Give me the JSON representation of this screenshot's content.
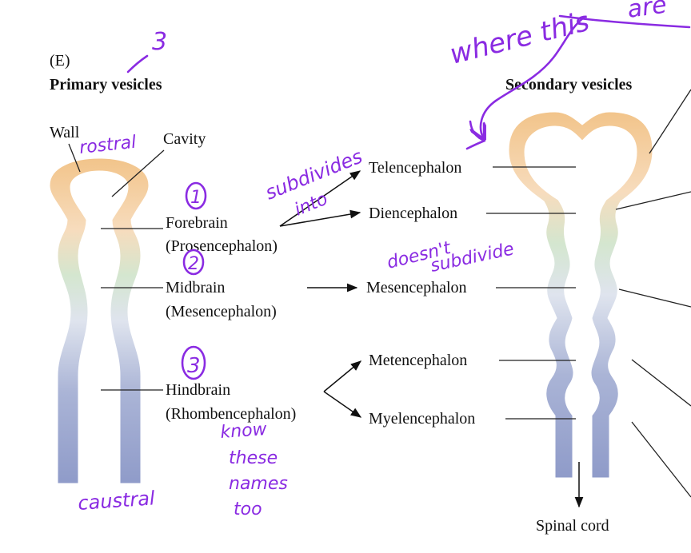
{
  "figure": {
    "panel_letter": "(E)",
    "primary_heading": "Primary vesicles",
    "secondary_heading": "Secondary vesicles",
    "primary_labels": {
      "wall": "Wall",
      "cavity": "Cavity",
      "forebrain": "Forebrain",
      "forebrain_alt": "(Prosencephalon)",
      "midbrain": "Midbrain",
      "midbrain_alt": "(Mesencephalon)",
      "hindbrain": "Hindbrain",
      "hindbrain_alt": "(Rhombencephalon)"
    },
    "secondary_labels": {
      "telencephalon": "Telencephalon",
      "diencephalon": "Diencephalon",
      "mesencephalon": "Mesencephalon",
      "metencephalon": "Metencephalon",
      "myelencephalon": "Myelencephalon",
      "spinal_cord": "Spinal cord"
    },
    "colors": {
      "forebrain": "#f2c48a",
      "midbrain": "#d4e6cf",
      "hindbrain": "#95a1cc",
      "annotation_ink": "#8a2be2"
    }
  },
  "annotations": {
    "count_note": "3",
    "top_note": "where this",
    "top_note_2": "are",
    "rostral": "rostral",
    "caudal": "caustral",
    "num_1": "1",
    "num_2": "2",
    "num_3": "3",
    "subdivides_1": "subdivides",
    "subdivides_2": "into",
    "doesnt_1": "doesn't",
    "doesnt_2": "subdivide",
    "know_1": "know",
    "know_2": "these",
    "know_3": "names",
    "know_4": "too"
  }
}
